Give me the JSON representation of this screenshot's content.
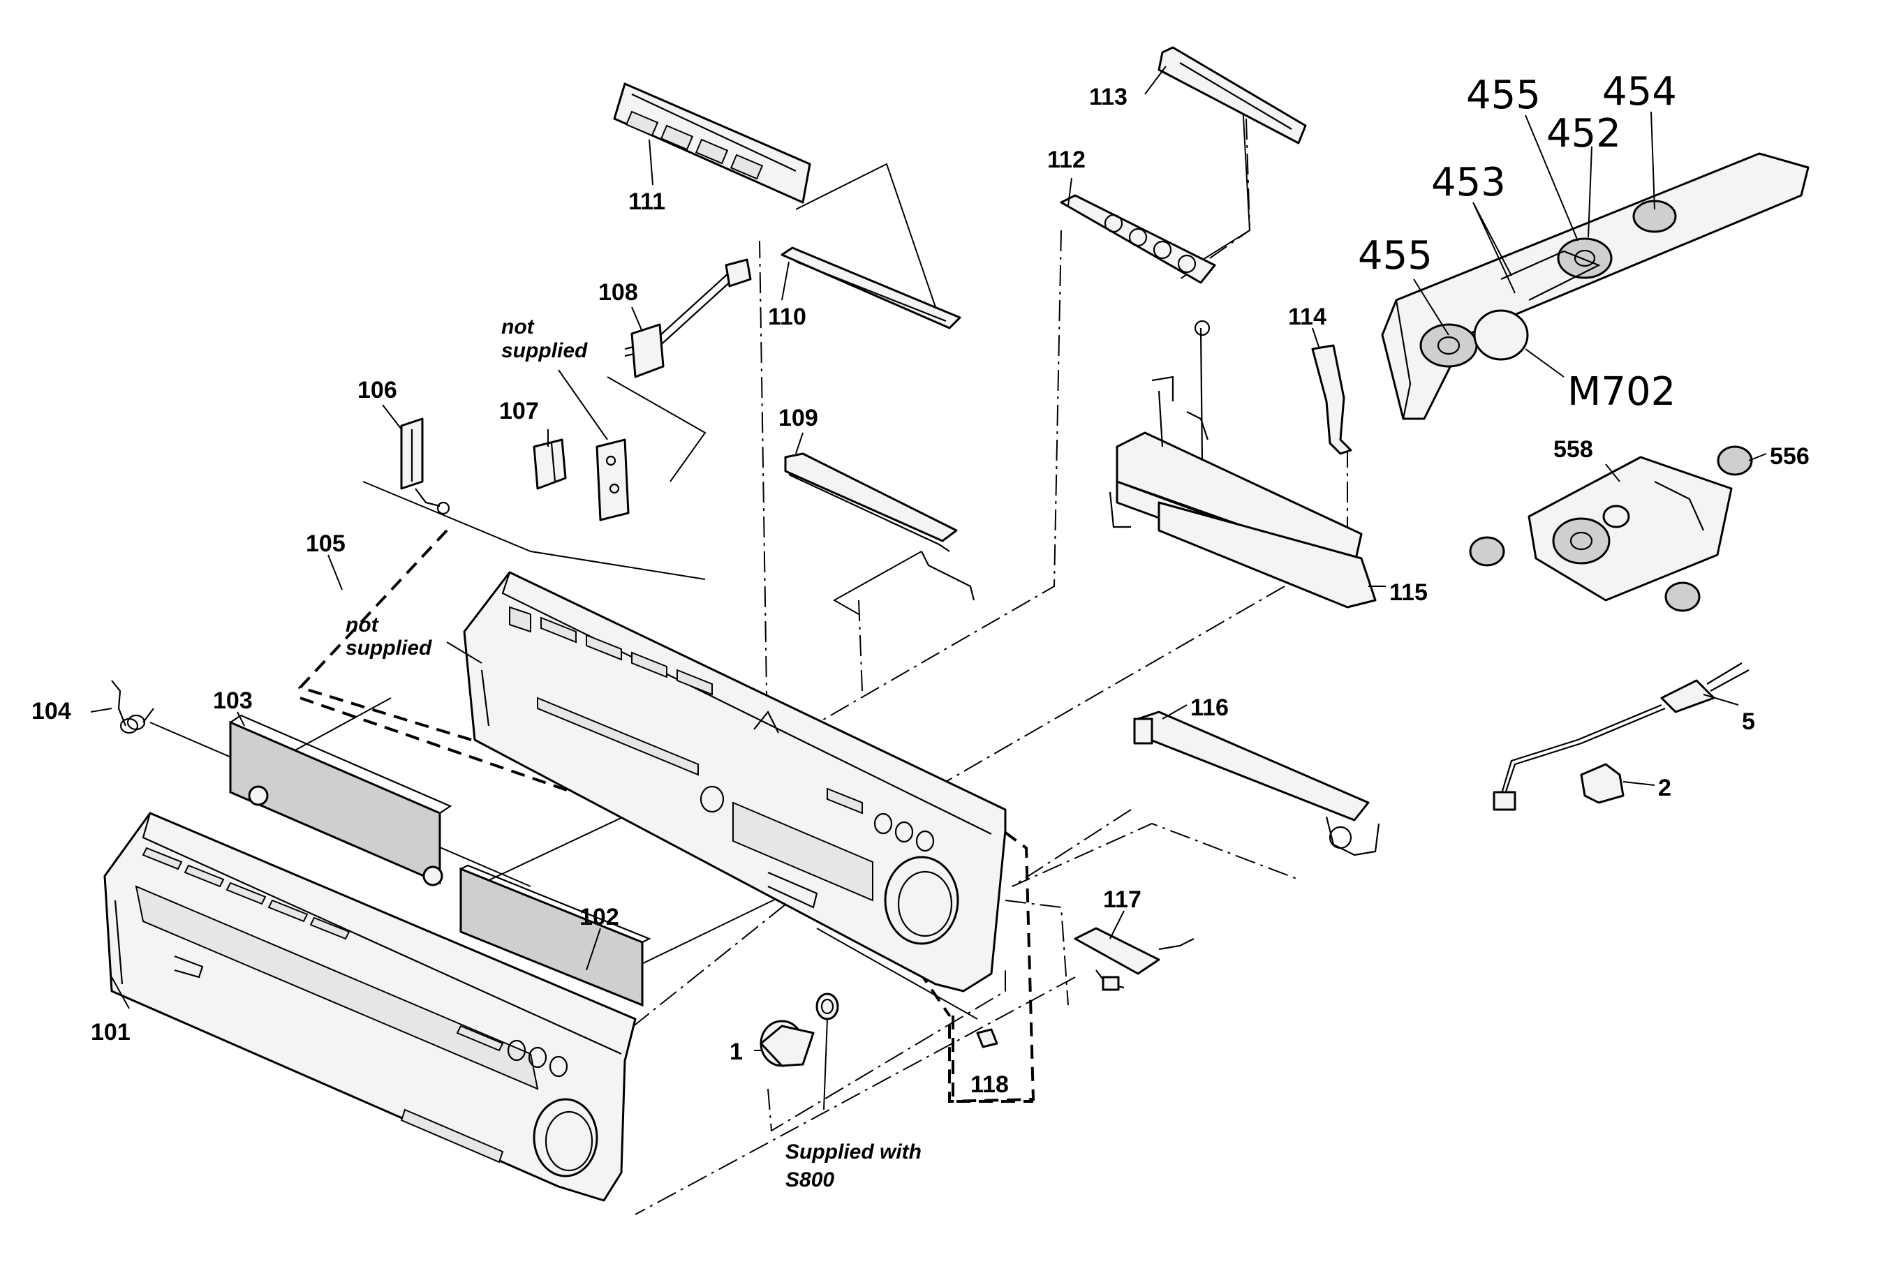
{
  "labels": {
    "p1": "1",
    "p2": "2",
    "p5": "5",
    "p101": "101",
    "p102": "102",
    "p103": "103",
    "p104": "104",
    "p105": "105",
    "p106": "106",
    "p107": "107",
    "p108": "108",
    "p109": "109",
    "p110": "110",
    "p111": "111",
    "p112": "112",
    "p113": "113",
    "p114": "114",
    "p115": "115",
    "p116": "116",
    "p117": "117",
    "p118": "118",
    "p558": "558",
    "p556": "556"
  },
  "handwritten": {
    "h455a": "455",
    "h455b": "455",
    "h454": "454",
    "h452": "452",
    "h453": "453",
    "m702": "M702"
  },
  "notes": {
    "not_supplied_1_line1": "not",
    "not_supplied_1_line2": "supplied",
    "not_supplied_2_line1": "not",
    "not_supplied_2_line2": "supplied",
    "supplied_line1": "Supplied with",
    "supplied_line2": "S800"
  }
}
